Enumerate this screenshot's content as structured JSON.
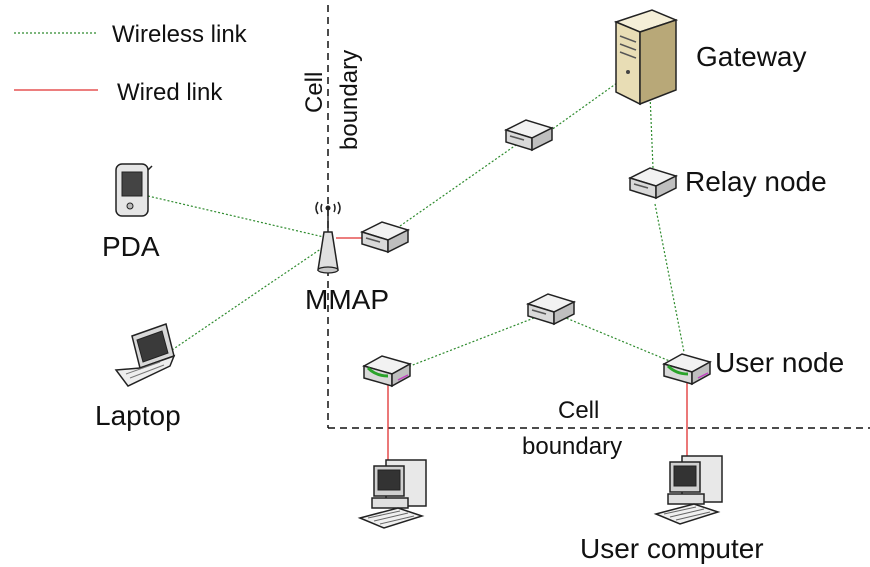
{
  "legend": {
    "wireless": "Wireless link",
    "wired": "Wired link"
  },
  "labels": {
    "cell_boundary_vertical_1": "Cell",
    "cell_boundary_vertical_2": "boundary",
    "cell_boundary_horizontal_1": "Cell",
    "cell_boundary_horizontal_2": "boundary",
    "gateway": "Gateway",
    "relay_node": "Relay node",
    "pda": "PDA",
    "mmap": "MMAP",
    "laptop": "Laptop",
    "user_node": "User node",
    "user_computer": "User computer"
  },
  "colors": {
    "wireless": "#2e8b2e",
    "wired": "#e03030",
    "boundary": "#111111"
  }
}
